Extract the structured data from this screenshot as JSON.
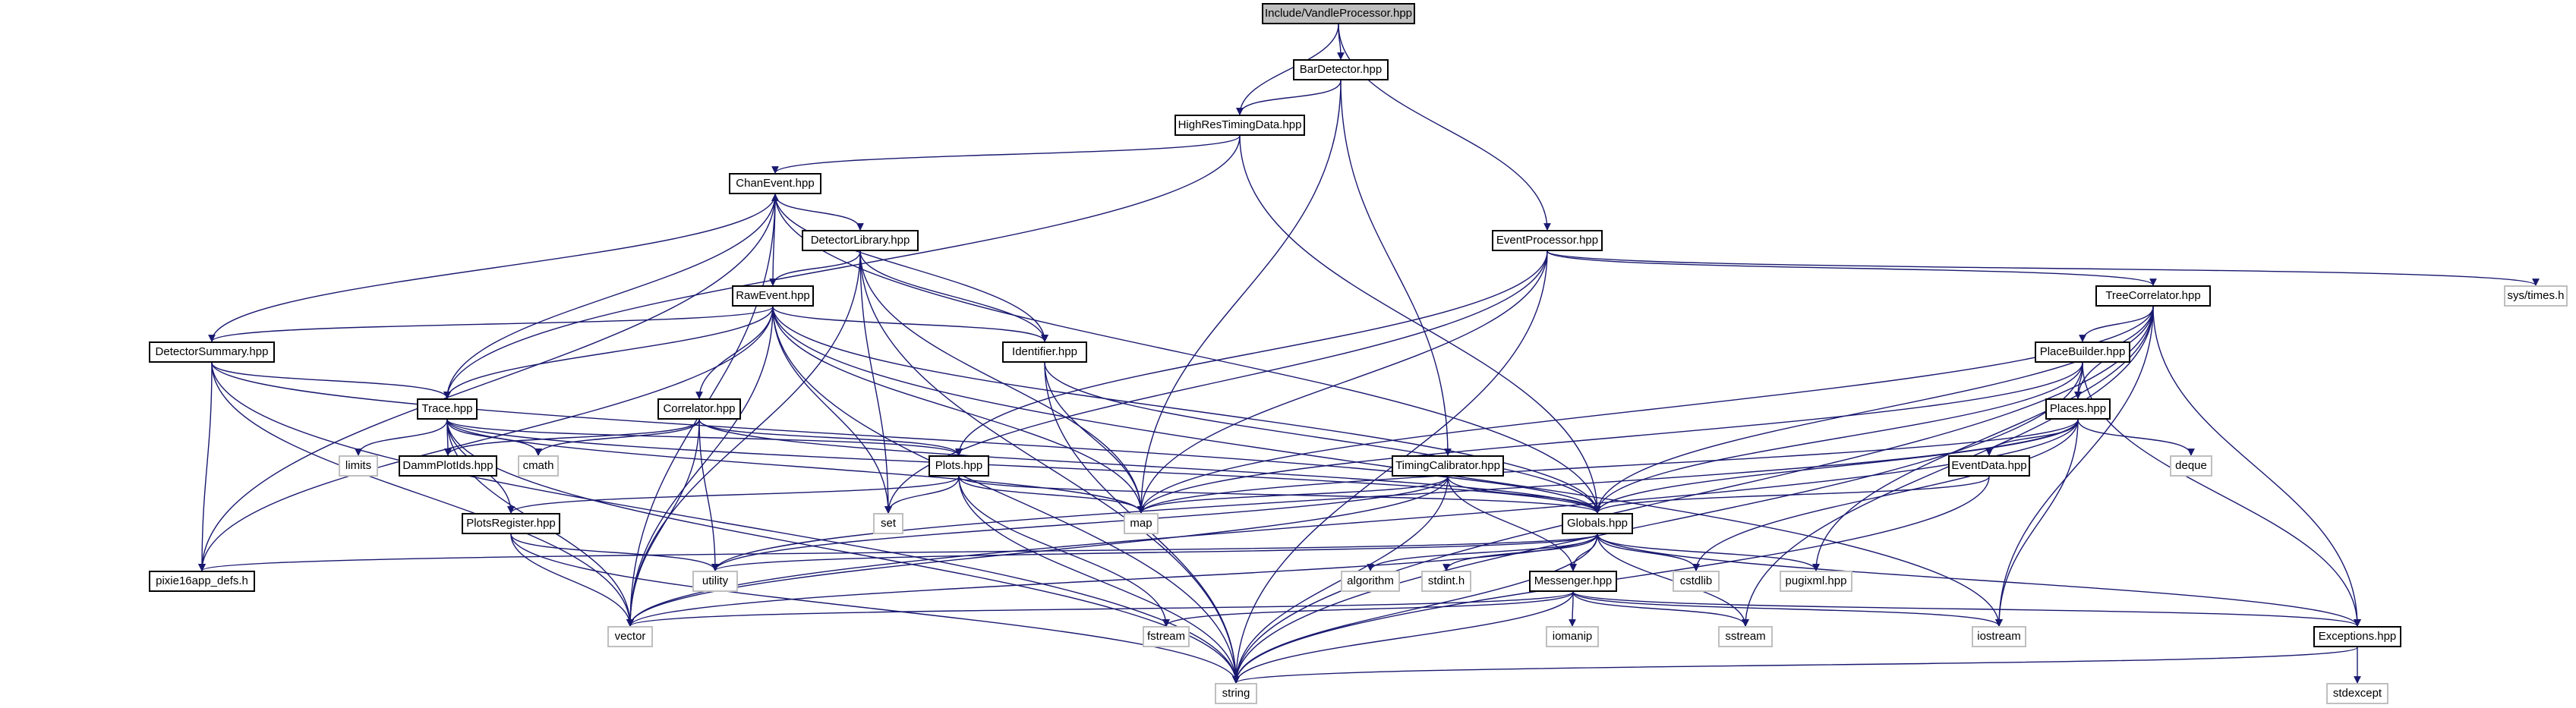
{
  "title": "Include/VandleProcessor.hpp",
  "colors": {
    "edge": "#191970",
    "border": "#000000",
    "system_border": "#bfbfbf",
    "root_fill": "#bfbfbf"
  },
  "nodes": {
    "vandle": "Include/VandleProcessor.hpp",
    "bardet": "BarDetector.hpp",
    "hrtd": "HighResTimingData.hpp",
    "evproc": "EventProcessor.hpp",
    "systimes": "sys/times.h",
    "chan": "ChanEvent.hpp",
    "detlib": "DetectorLibrary.hpp",
    "raw": "RawEvent.hpp",
    "ident": "Identifier.hpp",
    "detsum": "DetectorSummary.hpp",
    "trace": "Trace.hpp",
    "corr": "Correlator.hpp",
    "limits": "limits",
    "damm": "DammPlotIds.hpp",
    "cmath": "cmath",
    "plots": "Plots.hpp",
    "plotsreg": "PlotsRegister.hpp",
    "set": "set",
    "map": "map",
    "timcal": "TimingCalibrator.hpp",
    "globals": "Globals.hpp",
    "treecorr": "TreeCorrelator.hpp",
    "placebuild": "PlaceBuilder.hpp",
    "places": "Places.hpp",
    "deque": "deque",
    "evdata": "EventData.hpp",
    "pixie": "pixie16app_defs.h",
    "utility": "utility",
    "algorithm": "algorithm",
    "stdint": "stdint.h",
    "messenger": "Messenger.hpp",
    "cstdlib": "cstdlib",
    "pugixml": "pugixml.hpp",
    "vector": "vector",
    "fstream": "fstream",
    "iomanip": "iomanip",
    "sstream": "sstream",
    "iostream": "iostream",
    "exceptions": "Exceptions.hpp",
    "string": "string",
    "stdexcept": "stdexcept"
  }
}
